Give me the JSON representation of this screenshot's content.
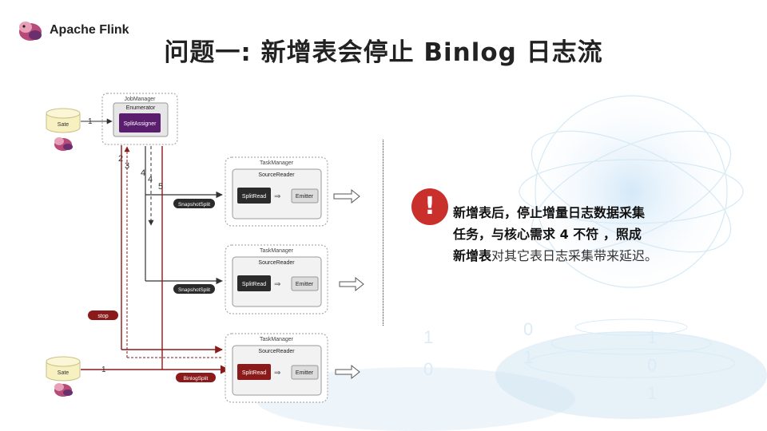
{
  "brand": {
    "name": "Apache Flink",
    "logo_icon": "flink-squirrel-icon"
  },
  "title": "问题一: 新增表会停止 Binlog 日志流",
  "diagram": {
    "job_manager": {
      "label": "JobManager",
      "enumerator": "Enumerator",
      "split_assigner": "SplitAssigner"
    },
    "state_label": "Sate",
    "task_manager_label": "TaskManager",
    "source_reader_label": "SourceReader",
    "split_read_label": "SplitRead",
    "emitter_label": "Emitter",
    "snapshot_split_label": "SnapshotSplit",
    "binlog_split_label": "BinlogSplit",
    "stop_label": "stop",
    "step_labels": {
      "s1": "1",
      "s2": "2",
      "s3": "3",
      "s4": "4",
      "s5": "5"
    }
  },
  "callout": {
    "icon": "exclamation-icon",
    "line1": "新增表后，停止增量日志数据采集",
    "line2": "任务，与核心需求 4 不符 ，照成",
    "line3_bold": "新增表",
    "line3_rest": "对其它表日志采集带来延迟。"
  },
  "colors": {
    "dark_red": "#8b1a1a",
    "purple": "#5b1d6e",
    "alert_red": "#c9302c",
    "split_dark": "#2b2b2b"
  }
}
